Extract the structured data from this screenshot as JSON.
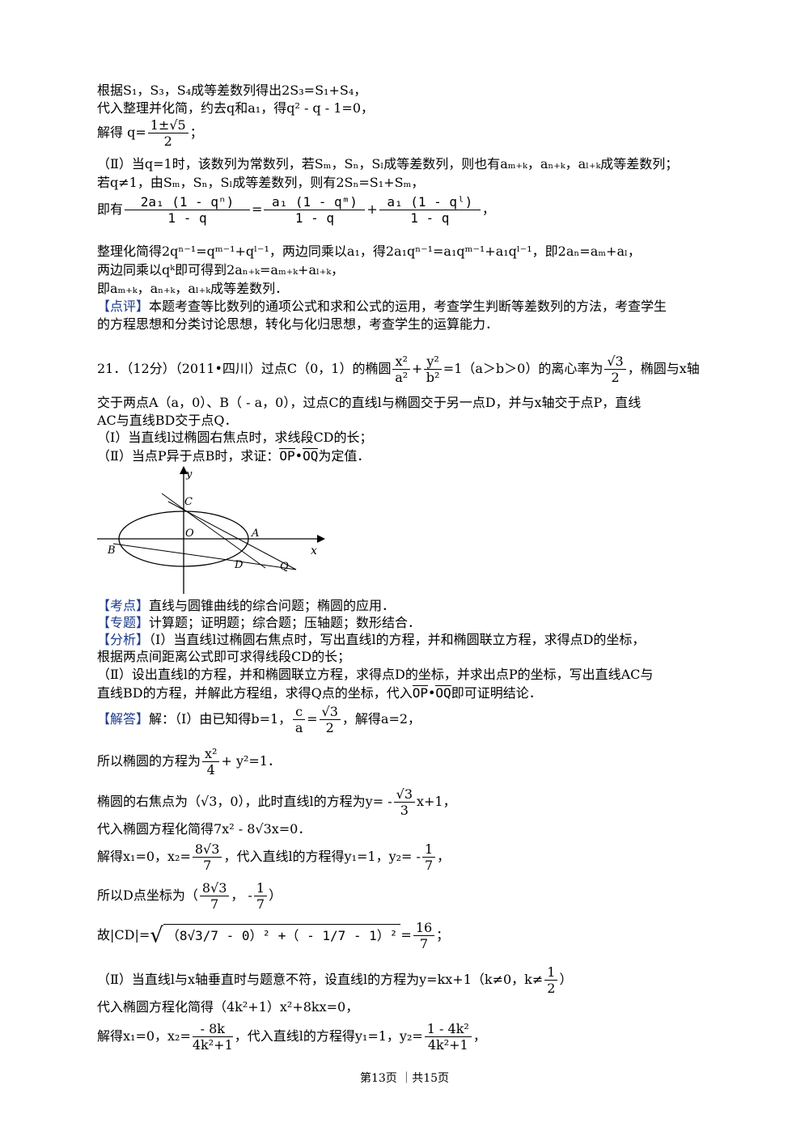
{
  "l1": "根据S₁，S₃，S₄成等差数列得出2S₃=S₁+S₄，",
  "l2": "代入整理并化简，约去q和a₁，得q² - q - 1=0，",
  "l3a": "解得 q=",
  "l3n": "1±√5",
  "l3d": "2",
  "l3b": "；",
  "l4": "（Ⅱ）当q=1时，该数列为常数列，若Sₘ，Sₙ，Sₗ成等差数列，则也有aₘ₊ₖ，aₙ₊ₖ，aₗ₊ₖ成等差数列；",
  "l5": "若q≠1，由Sₘ，Sₙ，Sₗ成等差数列，则有2Sₙ=S₁+Sₘ，",
  "l6a": "即有",
  "l6n1": "2a₁ (1 - qⁿ)",
  "l6d1": "1 - q",
  "l6eq": "=",
  "l6n2": "a₁ (1 - qᵐ)",
  "l6d2": "1 - q",
  "l6plus": "+",
  "l6n3": "a₁ (1 - qˡ)",
  "l6d3": "1 - q",
  "l6end": "，",
  "l7": "整理化简得2qⁿ⁻¹=qᵐ⁻¹+qˡ⁻¹，两边同乘以a₁，得2a₁qⁿ⁻¹=a₁qᵐ⁻¹+a₁qˡ⁻¹，即2aₙ=aₘ+aₗ，",
  "l8": "两边同乘以qᵏ即可得到2aₙ₊ₖ=aₘ₊ₖ+aₗ₊ₖ，",
  "l9": "即aₘ₊ₖ，aₙ₊ₖ，aₗ₊ₖ成等差数列．",
  "dianping_tag": "【点评】",
  "dianping_1": "本题考查等比数列的通项公式和求和公式的运用，考查学生判断等差数列的方法，考查学生",
  "dianping_2": "的方程思想和分类讨论思想，转化与化归思想，考查学生的运算能力．",
  "q21a": "21．（12分）（2011•四川）过点C（0，1）的椭圆",
  "q21fx": "x²",
  "q21fa": "a²",
  "q21plus": "+",
  "q21fy": "y²",
  "q21fb": "b²",
  "q21b": "=1（a＞b＞0）的离心率为",
  "q21en": "√3",
  "q21ed": "2",
  "q21c": "，椭圆与x轴",
  "q21l2": "交于两点A（a，0）、B（ - a，0），过点C的直线l与椭圆交于另一点D，并与x轴交于点P，直线",
  "q21l3": "AC与直线BD交于点Q．",
  "q21p1": "（I）当直线l过椭圆右焦点时，求线段CD的长；",
  "q21p2a": "（Ⅱ）当点P异于点B时，求证：",
  "q21p2op": "OP",
  "q21p2dot": "•",
  "q21p2oq": "OQ",
  "q21p2b": "为定值．",
  "fig": {
    "y": "y",
    "x": "x",
    "C": "C",
    "O": "O",
    "A": "A",
    "B": "B",
    "D": "D",
    "Q": "Q"
  },
  "kaodian_tag": "【考点】",
  "kaodian": "直线与圆锥曲线的综合问题；椭圆的应用．",
  "zhuanti_tag": "【专题】",
  "zhuanti": "计算题；证明题；综合题；压轴题；数形结合．",
  "fenxi_tag": "【分析】",
  "fenxi1": "（I）当直线l过椭圆右焦点时，写出直线l的方程，并和椭圆联立方程，求得点D的坐标，",
  "fenxi2": "根据两点间距离公式即可求得线段CD的长；",
  "fenxi3": "（Ⅱ）设出直线l的方程，并和椭圆联立方程，求得点D的坐标，并求出点P的坐标，写出直线AC与",
  "fenxi4a": "直线BD的方程，并解此方程组，求得Q点的坐标，代入",
  "fenxi4op": "OP",
  "fenxi4dot": "•",
  "fenxi4oq": "OQ",
  "fenxi4b": "即可证明结论．",
  "jieda_tag": "【解答】",
  "jd1a": "解：（I）由已知得b=1，",
  "jd1n": "c",
  "jd1d": "a",
  "jd1eq": "=",
  "jd1n2": "√3",
  "jd1d2": "2",
  "jd1b": "，解得a=2，",
  "jd2a": "所以椭圆的方程为",
  "jd2n": "x²",
  "jd2d": "4",
  "jd2b": "+   y²=1．",
  "jd3a": "椭圆的右焦点为（√3，0），此时直线l的方程为y= -",
  "jd3n": "√3",
  "jd3d": "3",
  "jd3b": "x+1，",
  "jd4": "代入椭圆方程化简得7x² - 8√3x=0．",
  "jd5a": "解得x₁=0，x₂=",
  "jd5n": "8√3",
  "jd5d": "7",
  "jd5b": "，代入直线l的方程得y₁=1，y₂= -",
  "jd5n2": "1",
  "jd5d2": "7",
  "jd5c": "，",
  "jd6a": "所以D点坐标为（",
  "jd6n": "8√3",
  "jd6d": "7",
  "jd6b": "，  -",
  "jd6n2": "1",
  "jd6d2": "7",
  "jd6c": "）",
  "jd7a": "故|CD|=",
  "jd7rad": "（8√3/7 - 0）² +（ - 1/7 - 1）²",
  "jd7eq": "=",
  "jd7n": "16",
  "jd7d": "7",
  "jd7b": "；",
  "jd8a": "（Ⅱ）当直线l与x轴垂直时与题意不符，设直线l的方程为y=kx+1（k≠0，k≠",
  "jd8n": "1",
  "jd8d": "2",
  "jd8b": "）",
  "jd9": "代入椭圆方程化简得（4k²+1）x²+8kx=0，",
  "jd10a": "解得x₁=0，x₂=",
  "jd10n": "- 8k",
  "jd10d": "4k²+1",
  "jd10b": "，代入直线l的方程得y₁=1，y₂=",
  "jd10n2": "1 - 4k²",
  "jd10d2": "4k²+1",
  "jd10c": "，",
  "footer": "第13页 ｜共15页"
}
